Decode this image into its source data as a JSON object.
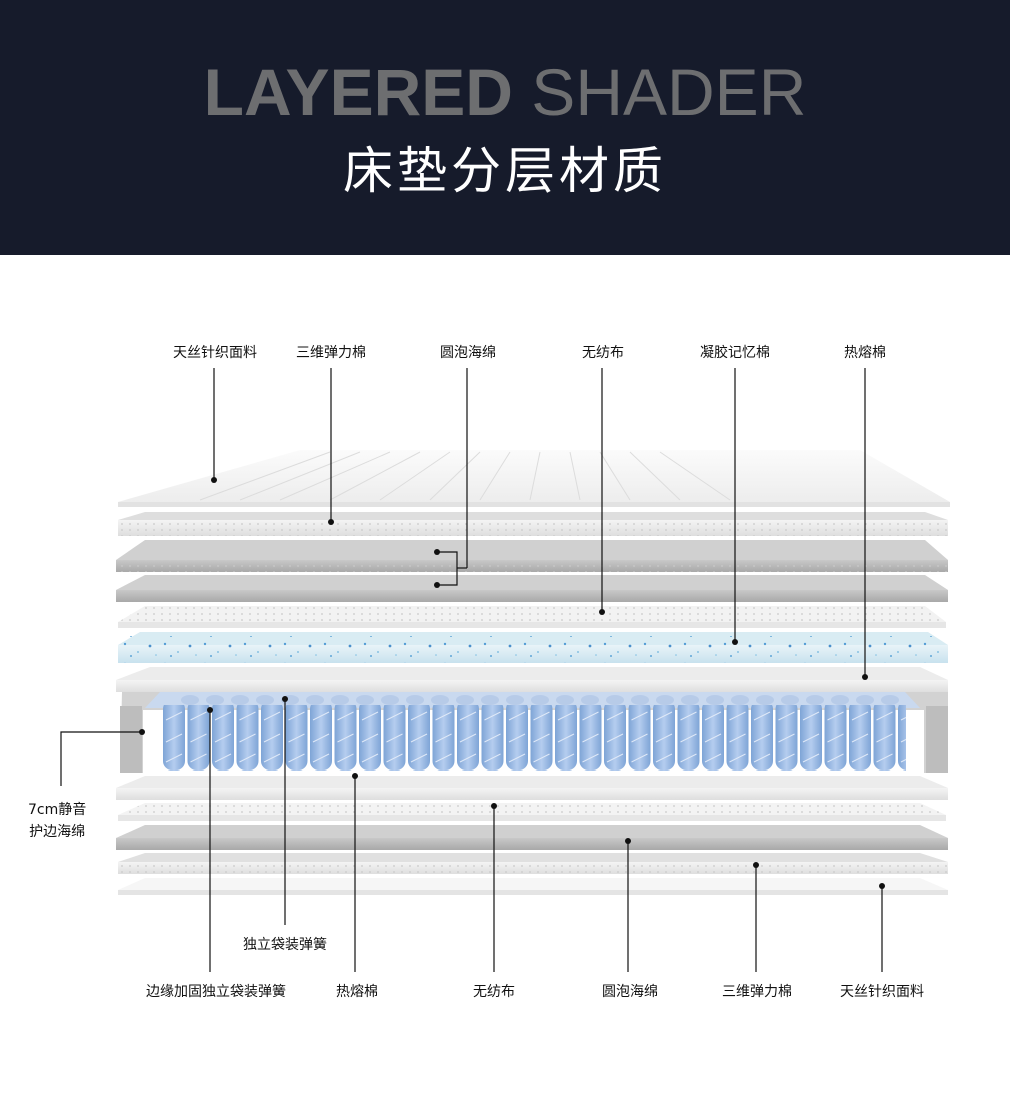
{
  "header": {
    "title_bold": "LAYERED",
    "title_light": "SHADER",
    "subtitle": "床垫分层材质"
  },
  "labels_top": [
    {
      "text": "天丝针织面料"
    },
    {
      "text": "三维弹力棉"
    },
    {
      "text": "圆泡海绵"
    },
    {
      "text": "无纺布"
    },
    {
      "text": "凝胶记忆棉"
    },
    {
      "text": "热熔棉"
    }
  ],
  "label_side": {
    "line1": "7cm静音",
    "line2": "护边海绵"
  },
  "label_spring": {
    "text": "独立袋装弹簧"
  },
  "labels_bottom": [
    {
      "text": "边缘加固独立袋装弹簧"
    },
    {
      "text": "热熔棉"
    },
    {
      "text": "无纺布"
    },
    {
      "text": "圆泡海绵"
    },
    {
      "text": "三维弹力棉"
    },
    {
      "text": "天丝针织面料"
    }
  ],
  "colors": {
    "header_bg": "#161b2b",
    "title_gray": "#6d6e70",
    "gel_blue": "#5aa9d8",
    "spring_blue": "#8ab0e0",
    "foam_gray": "#a9a9a9"
  }
}
